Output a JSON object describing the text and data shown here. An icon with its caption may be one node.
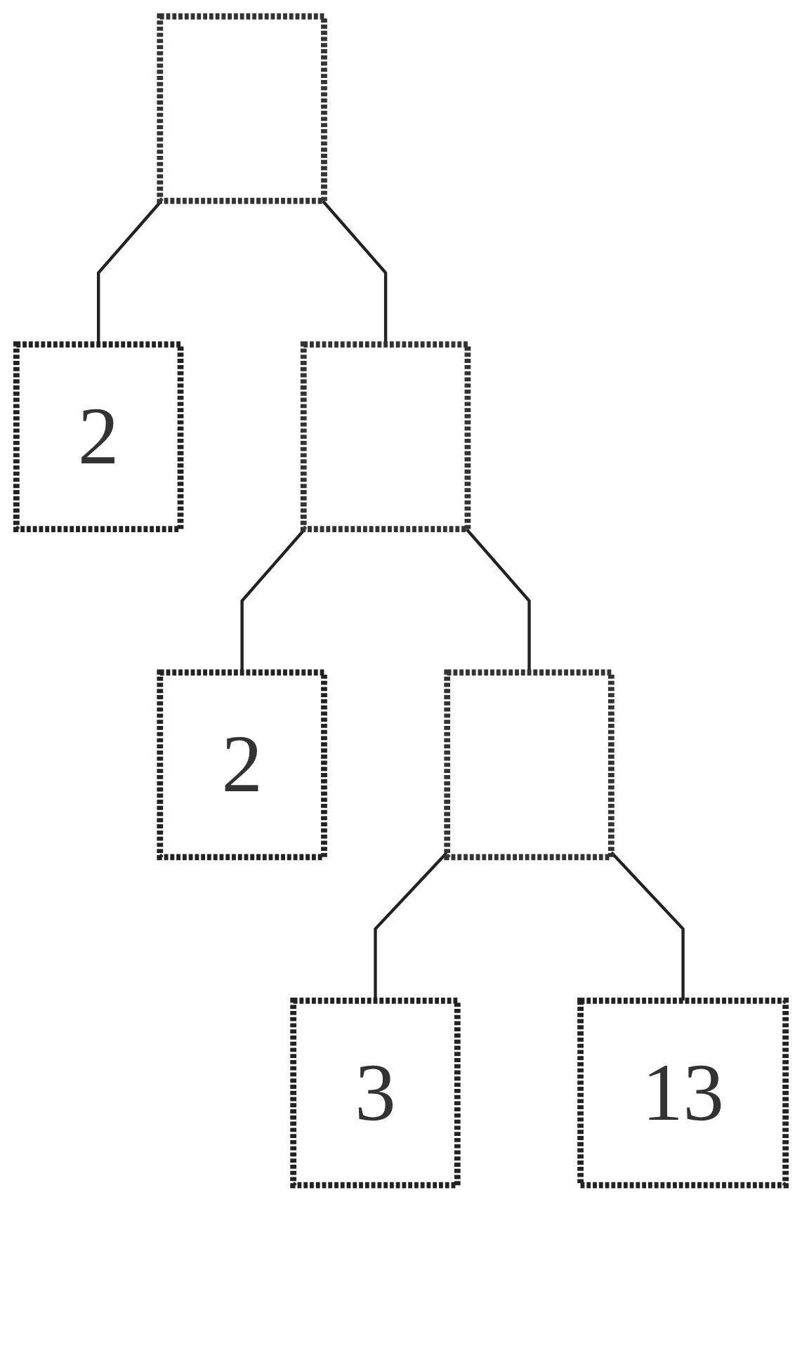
{
  "diagram": {
    "nodes": [
      {
        "text": [],
        "shape": "box"
      },
      {
        "text": [
          "2"
        ]
      },
      {
        "text": [],
        "shape": "box"
      },
      {
        "text": [
          "2"
        ]
      },
      {
        "text": [],
        "shape": "box"
      },
      {
        "text": [
          "3"
        ]
      },
      {
        "text": [
          "13"
        ]
      }
    ],
    "edges": [
      {
        "from": 0,
        "to": 1,
        "arrow": "none"
      },
      {
        "from": 0,
        "to": 2,
        "arrow": "none"
      },
      {
        "from": 2,
        "to": 3,
        "arrow": "none"
      },
      {
        "from": 2,
        "to": 4,
        "arrow": "none"
      },
      {
        "from": 4,
        "to": 5,
        "arrow": "none"
      },
      {
        "from": 4,
        "to": 6,
        "arrow": "none"
      }
    ]
  }
}
